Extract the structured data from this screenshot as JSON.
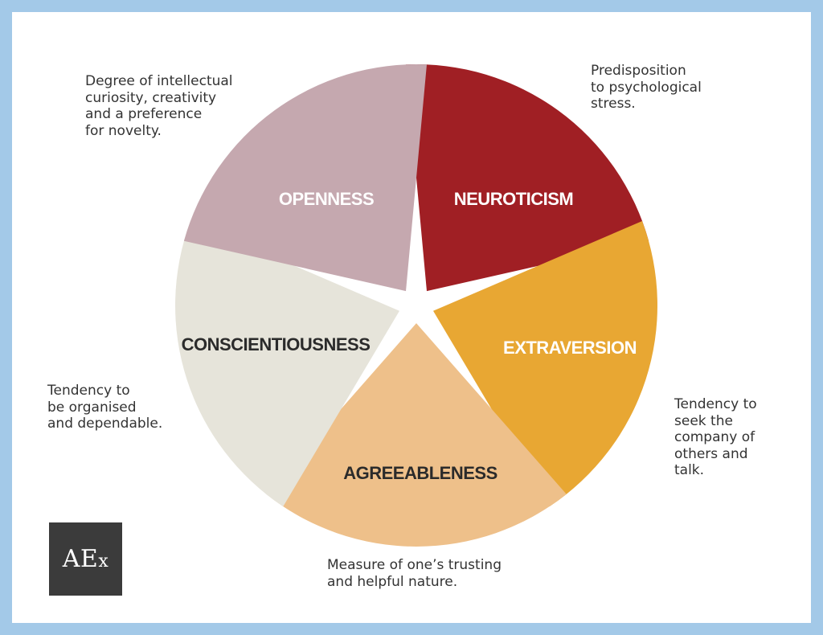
{
  "segments": [
    {
      "id": "openness",
      "label": "OPENNESS",
      "color": "#a01f24",
      "text_color": "#ffffff",
      "description": "Degree of intellectual\ncuriosity, creativity\nand a preference\nfor novelty."
    },
    {
      "id": "neuroticism",
      "label": "NEUROTICISM",
      "color": "#e8a733",
      "text_color": "#ffffff",
      "description": "Predisposition\nto psychological\nstress."
    },
    {
      "id": "extraversion",
      "label": "EXTRAVERSION",
      "color": "#eec08a",
      "text_color": "#ffffff",
      "description": "Tendency to\nseek the\ncompany of\nothers and\ntalk."
    },
    {
      "id": "agreeableness",
      "label": "AGREEABLENESS",
      "color": "#e6e4da",
      "text_color": "#2b2b2b",
      "description": "Measure of one’s trusting\nand helpful nature."
    },
    {
      "id": "conscientiousness",
      "label": "CONSCIENTIOUSNESS",
      "color": "#c5a8af",
      "text_color": "#2b2b2b",
      "description": "Tendency to\nbe organised\nand dependable."
    }
  ],
  "logo": {
    "main": "AE",
    "small": "x"
  }
}
